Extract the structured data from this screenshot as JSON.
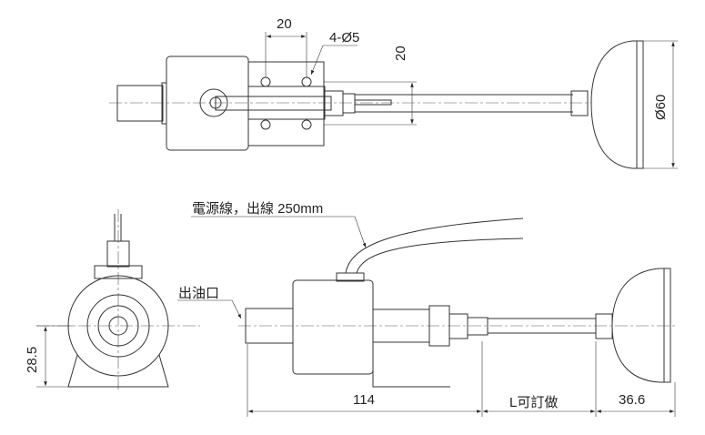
{
  "labels": {
    "hole_spacing": "20",
    "holes": "4-Ø5",
    "vertical_spacing": "20",
    "dome_diameter": "Ø60",
    "power_cable": "電源線，出線  250mm",
    "oil_outlet": "出油口",
    "center_height": "28.5",
    "body_length": "114",
    "custom_length": "L可訂做",
    "dome_depth": "36.6"
  }
}
